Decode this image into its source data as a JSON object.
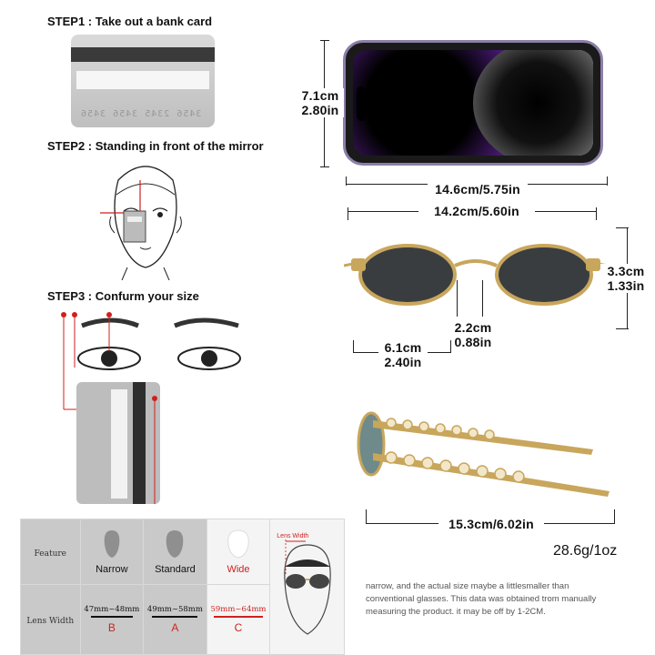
{
  "steps": {
    "step1": "STEP1 : Take out a bank card",
    "step2": "STEP2 : Standing in front of the mirror",
    "step3": "STEP3 : Confurm your size"
  },
  "card_embossed": "3456 2345 3456 3456",
  "phone_dims": {
    "height_cm": "7.1cm",
    "height_in": "2.80in",
    "width": "14.6cm/5.75in"
  },
  "glasses_dims": {
    "frame_width": "14.2cm/5.60in",
    "height_cm": "3.3cm",
    "height_in": "1.33in",
    "bridge_cm": "2.2cm",
    "bridge_in": "0.88in",
    "lens_cm": "6.1cm",
    "lens_in": "2.40in",
    "temple_length": "15.3cm/6.02in",
    "weight": "28.6g/1oz"
  },
  "size_table": {
    "feature_header": "Feature",
    "lens_width_header": "Lens Width",
    "lens_width_title": "Lens Width",
    "columns": [
      {
        "name": "Narrow",
        "range": "47mm~48mm",
        "letter": "B",
        "highlight": false
      },
      {
        "name": "Standard",
        "range": "49mm~58mm",
        "letter": "A",
        "highlight": false
      },
      {
        "name": "Wide",
        "range": "59mm~64mm",
        "letter": "C",
        "highlight": true
      }
    ]
  },
  "note_lines": [
    "narrow, and the actual size maybe a littlesmaller than",
    "conventional glasses. This data was obtained trom manually",
    "measuring the product. it may be off by 1-2CM."
  ],
  "colors": {
    "accent_red": "#d01f1f",
    "phone_purple": "#8a3fd1",
    "gold": "#c8a65c"
  }
}
